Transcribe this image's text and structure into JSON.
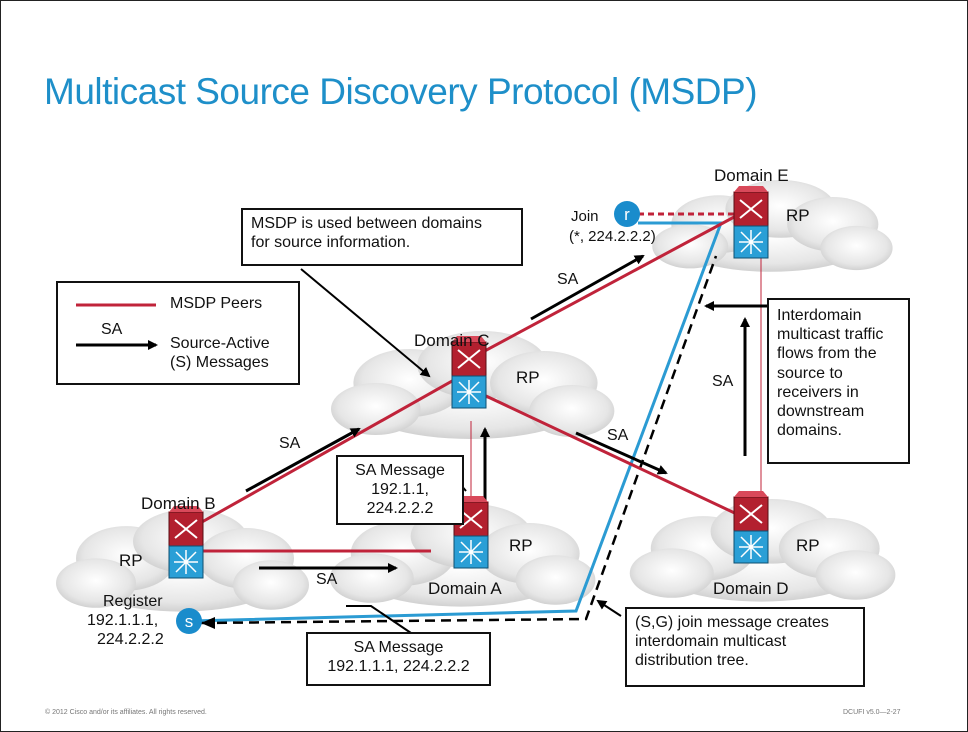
{
  "title": "Multicast Source Discovery Protocol (MSDP)",
  "legend": {
    "msdp_peers": "MSDP Peers",
    "sa": "SA",
    "source_active_line1": "Source-Active",
    "source_active_line2": "(S) Messages",
    "peer_color": "#c0233a",
    "arrow_color": "#000000"
  },
  "domains": {
    "a": "Domain A",
    "b": "Domain B",
    "c": "Domain C",
    "d": "Domain D",
    "e": "Domain E"
  },
  "rp": "RP",
  "sa": "SA",
  "callouts": {
    "msdp_used": [
      "MSDP is used between domains",
      "for source information."
    ],
    "interdomain": [
      "Interdomain",
      "multicast traffic",
      "flows from the",
      "source to",
      "receivers in",
      "downstream",
      "domains."
    ],
    "sa_msg_c": [
      "SA Message",
      "192.1.1,",
      "224.2.2.2"
    ],
    "sa_msg_b": [
      "SA Message",
      "192.1.1.1, 224.2.2.2"
    ],
    "sg_join": [
      "(S,G) join message creates",
      "interdomain multicast",
      "distribution tree."
    ]
  },
  "join": {
    "line1": "Join",
    "line2": "(*, 224.2.2.2)"
  },
  "register": {
    "line1": "Register",
    "line2": "192.1.1.1,",
    "line3": "224.2.2.2"
  },
  "source_letter": "s",
  "receiver_letter": "r",
  "footer_left": "© 2012 Cisco and/or its affiliates. All rights reserved.",
  "footer_right": "DCUFI v5.0—2-27",
  "colors": {
    "title": "#1e8fc9",
    "tree": "#2b9bd3",
    "peer": "#c0233a"
  }
}
